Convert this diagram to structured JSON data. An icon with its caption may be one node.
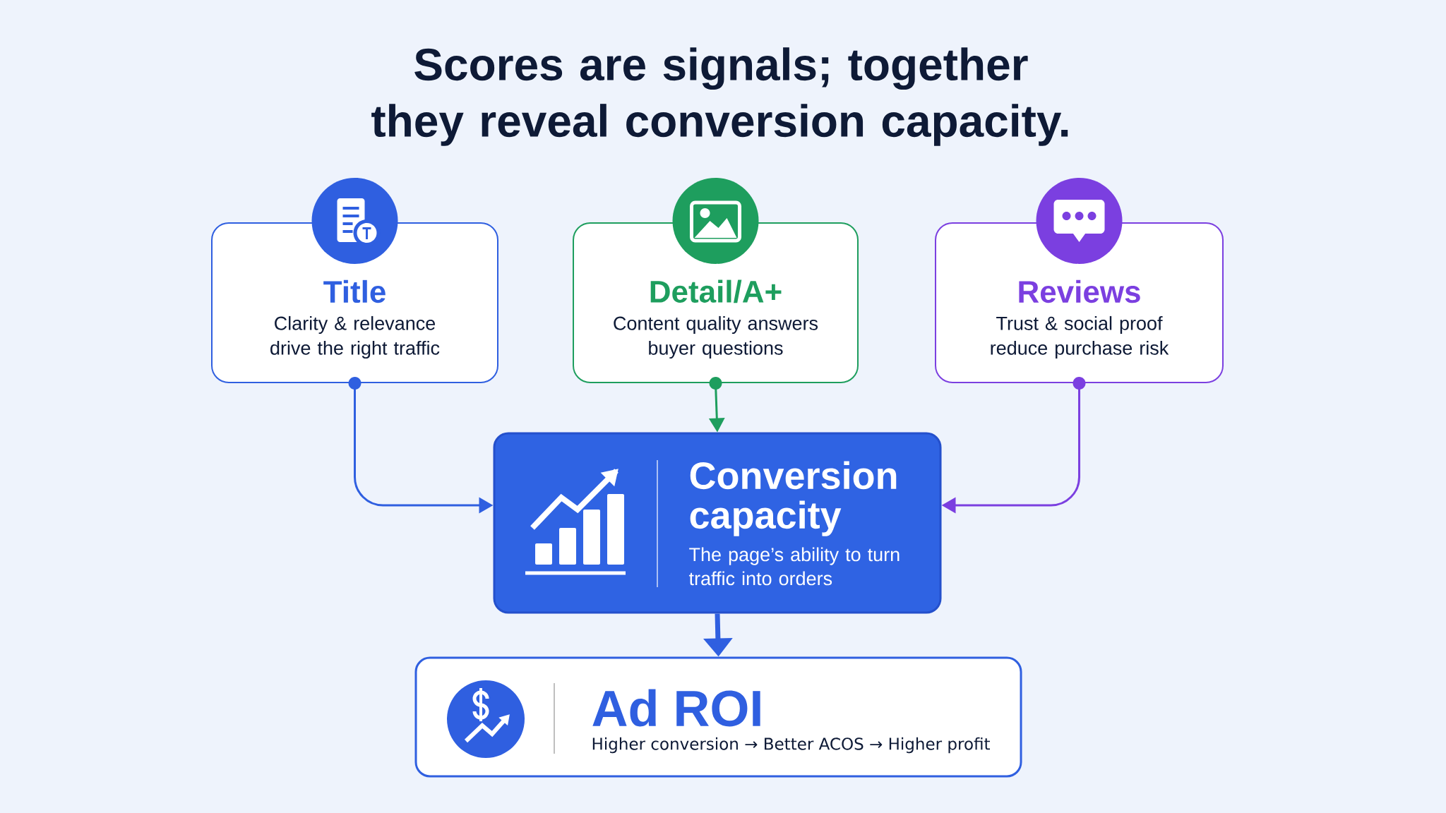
{
  "diagram": {
    "title": "Scores are signals; together they reveal conversion capacity.",
    "nodes": [
      {
        "text": [
          "Title",
          "Clarity & relevance drive the right traffic"
        ]
      },
      {
        "text": [
          "Detail/A+",
          "Content quality answers buyer questions"
        ]
      },
      {
        "text": [
          "Reviews",
          "Trust & social proof reduce purchase risk"
        ]
      },
      {
        "text": [
          "Conversion capacity",
          "The page’s ability to turn traffic into orders"
        ]
      },
      {
        "text": [
          "Ad ROI",
          "Higher conversion → Better ACOS → Higher profit"
        ]
      }
    ],
    "edges": [
      {
        "from": 0,
        "to": 3,
        "arrow": "to",
        "color": "#2f5fe0"
      },
      {
        "from": 1,
        "to": 3,
        "arrow": "to",
        "color": "#1e9e5e"
      },
      {
        "from": 2,
        "to": 3,
        "arrow": "to",
        "color": "#7b3fe0"
      },
      {
        "from": 3,
        "to": 4,
        "arrow": "to",
        "style": "thick",
        "color": "#2f5fe0"
      }
    ]
  }
}
